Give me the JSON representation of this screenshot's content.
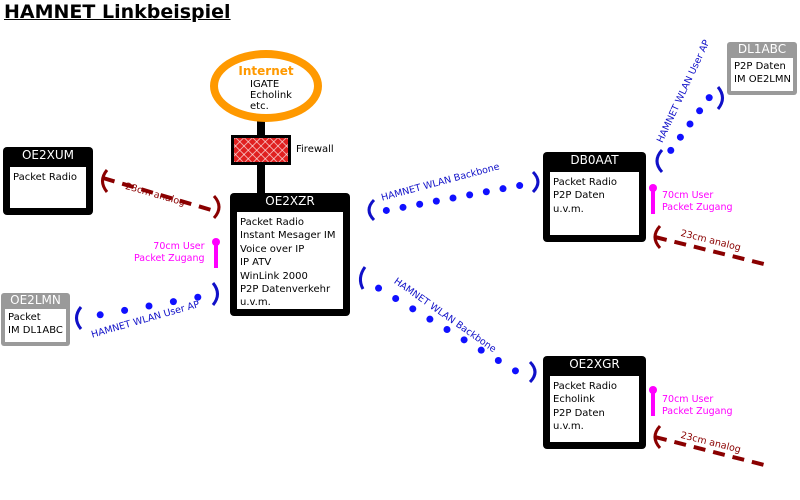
{
  "title": "HAMNET Linkbeispiel",
  "internet": {
    "title": "Internet",
    "services": [
      "IGATE",
      "Echolink",
      "etc."
    ]
  },
  "firewall": {
    "label": "Firewall"
  },
  "nodes": {
    "oe2xzr": {
      "name": "OE2XZR",
      "lines": [
        "Packet Radio",
        "Instant Mesager IM",
        "Voice over IP",
        "IP ATV",
        "WinLink 2000",
        "P2P Datenverkehr",
        "u.v.m."
      ]
    },
    "oe2xum": {
      "name": "OE2XUM",
      "lines": [
        "Packet Radio"
      ]
    },
    "db0aat": {
      "name": "DB0AAT",
      "lines": [
        "Packet Radio",
        "P2P Daten",
        "u.v.m."
      ]
    },
    "oe2xgr": {
      "name": "OE2XGR",
      "lines": [
        "Packet Radio",
        "Echolink",
        "P2P Daten",
        "u.v.m."
      ]
    },
    "oe2lmn": {
      "name": "OE2LMN",
      "lines": [
        "Packet",
        "IM DL1ABC"
      ]
    },
    "dl1abc": {
      "name": "DL1ABC",
      "lines": [
        "P2P Daten",
        "IM OE2LMN"
      ]
    }
  },
  "labels": {
    "analog_23cm": "23cm analog",
    "user_access_line1": "70cm User",
    "user_access_line2": "Packet Zugang",
    "backbone": "HAMNET WLAN Backbone",
    "user_ap": "HAMNET WLAN User AP"
  },
  "colors": {
    "wlan": "#1010ff",
    "analog": "#8a0000",
    "user70": "#ff00ff",
    "internet": "#ff9900",
    "firewall": "#e02020"
  }
}
